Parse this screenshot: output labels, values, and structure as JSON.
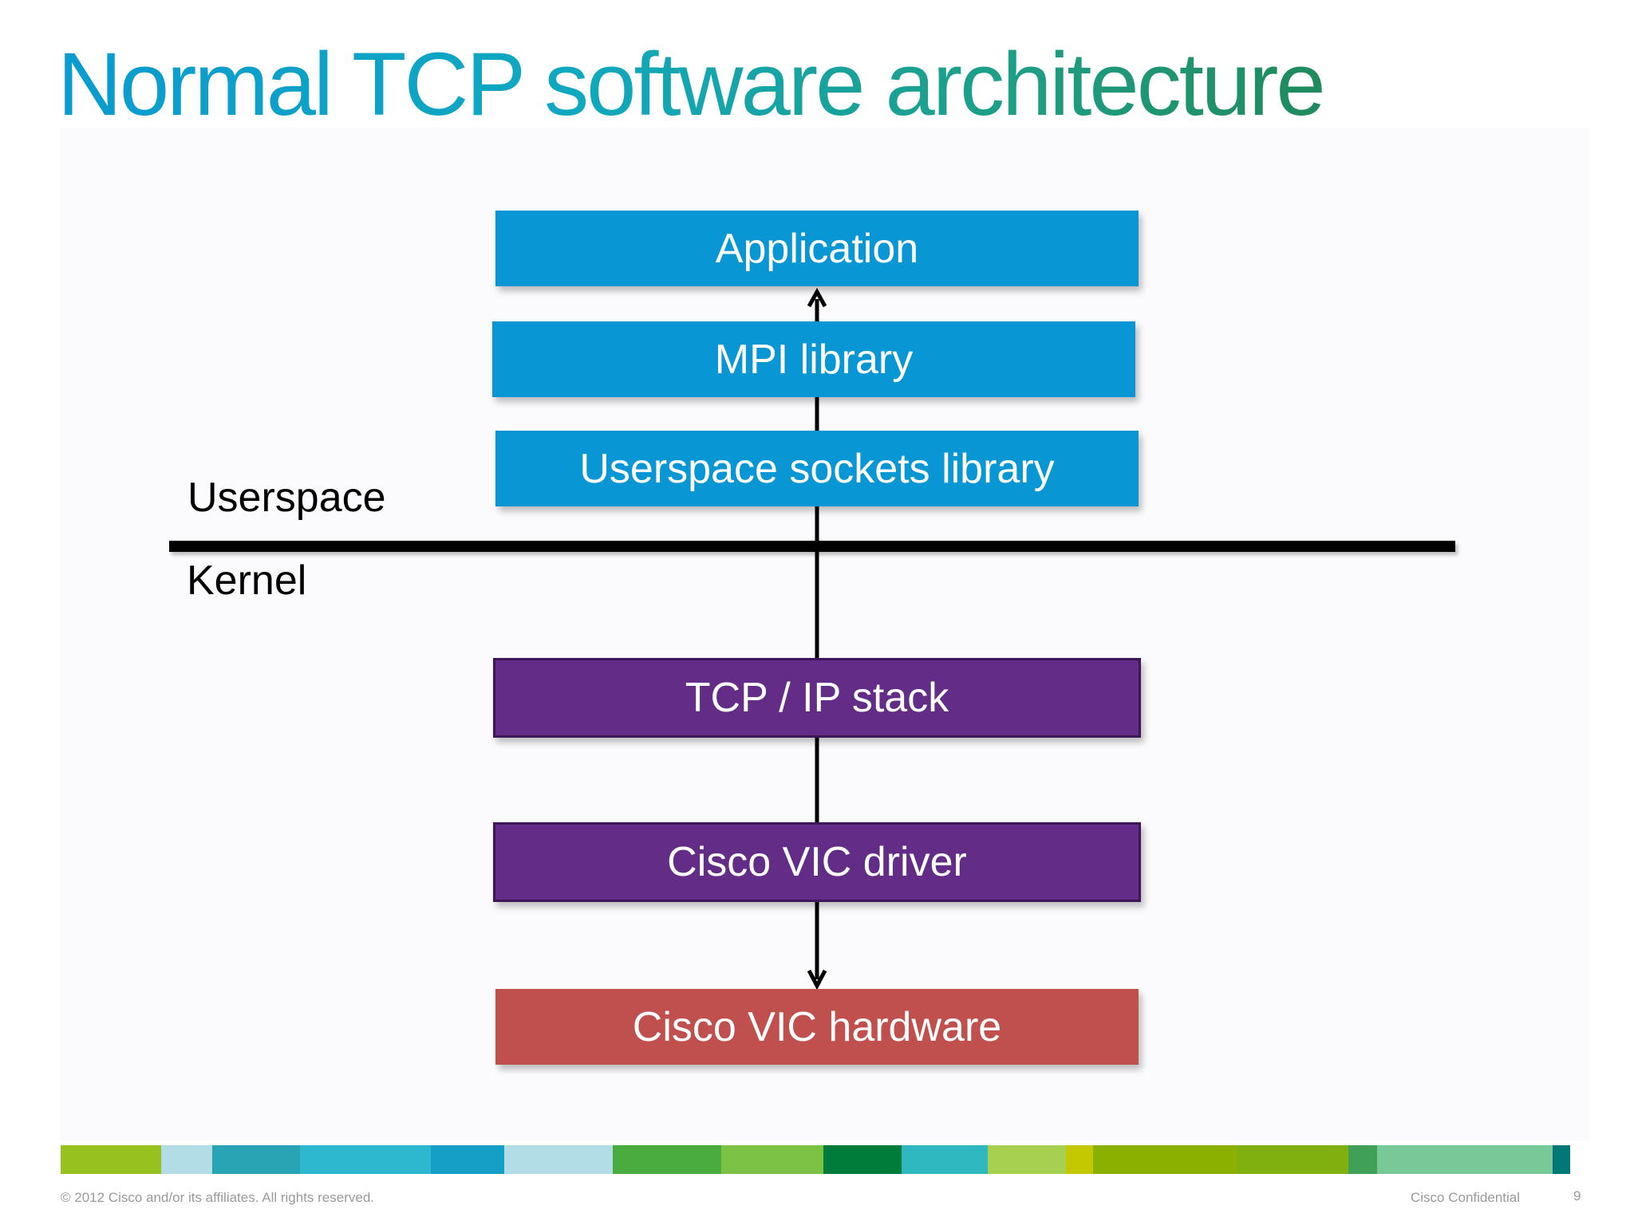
{
  "title": "Normal TCP software architecture",
  "boxes": {
    "application": "Application",
    "mpi_library": "MPI library",
    "userspace_sockets": "Userspace sockets library",
    "tcp_ip_stack": "TCP / IP stack",
    "vic_driver": "Cisco VIC driver",
    "vic_hardware": "Cisco VIC hardware"
  },
  "layers": {
    "userspace": "Userspace",
    "kernel": "Kernel"
  },
  "footer": {
    "copyright": "© 2012 Cisco and/or its affiliates. All rights reserved.",
    "confidential": "Cisco Confidential",
    "page_number": "9"
  },
  "colors": {
    "title_start": "#0a9bd0",
    "title_end": "#1f8a5c",
    "userspace_box": "#0896d4",
    "kernel_box": "#632d87",
    "hardware_box": "#c0504d",
    "color_bar": [
      "#97c11f",
      "#b3dde6",
      "#28a4b4",
      "#2eb8d0",
      "#159ec6",
      "#b3dde6",
      "#4aab3e",
      "#7cc245",
      "#007c3a",
      "#30b8c0",
      "#a8d050",
      "#c4c800",
      "#8cb000",
      "#80b010",
      "#40a058",
      "#78c898",
      "#007878"
    ]
  }
}
